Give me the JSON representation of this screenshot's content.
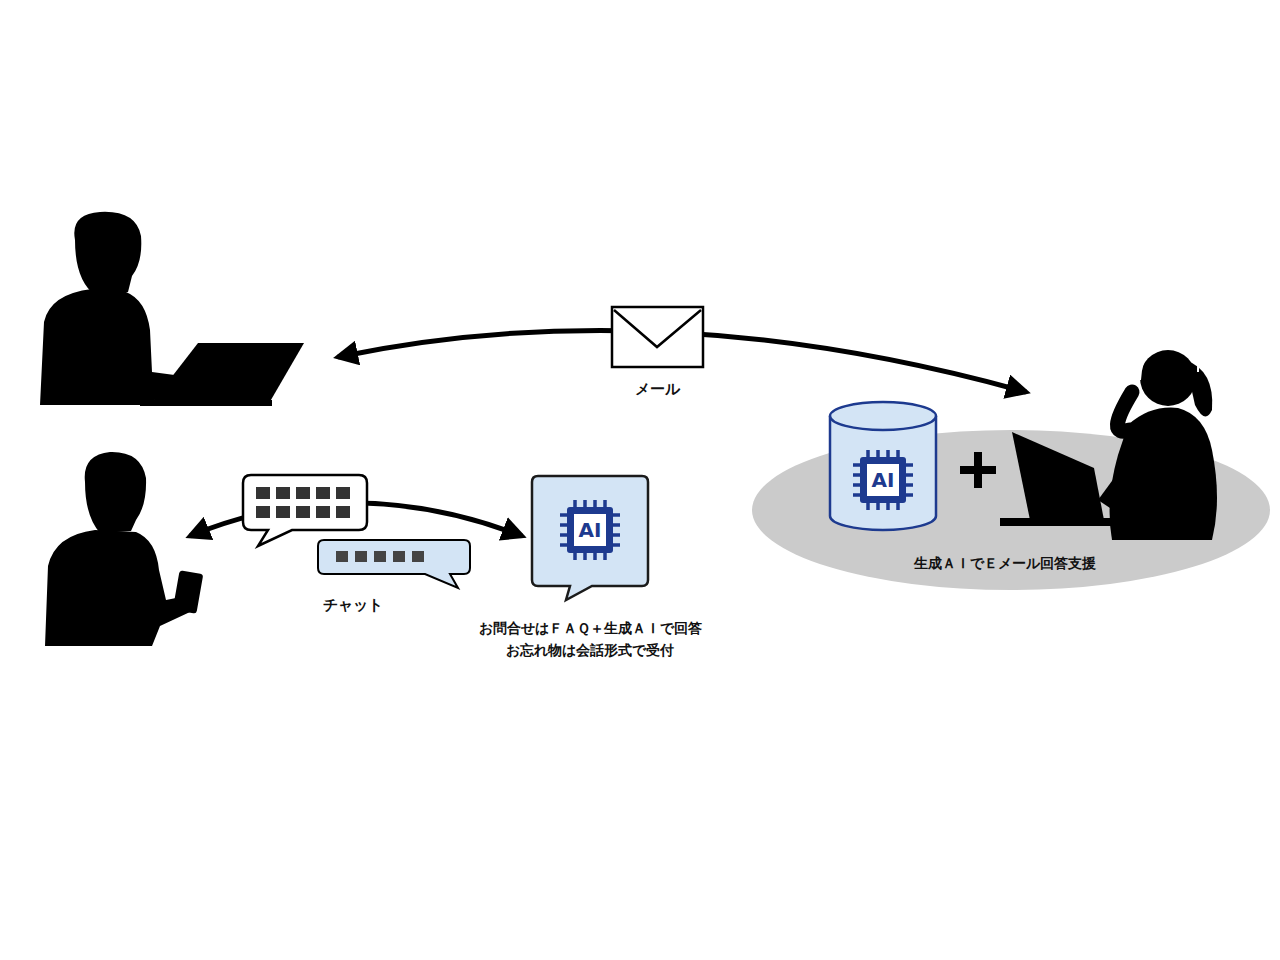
{
  "diagram": {
    "nodes": [
      {
        "text": [
          "AI",
          "お問合せはＦＡＱ＋生成ＡＩで回答",
          "お忘れ物は会話形式で受付"
        ]
      },
      {
        "text": [
          "生成ＡＩでＥメール回答支援"
        ]
      },
      {
        "text": [
          "AI"
        ],
        "in": 1
      }
    ],
    "labels": [
      "メール",
      "チャット"
    ]
  }
}
